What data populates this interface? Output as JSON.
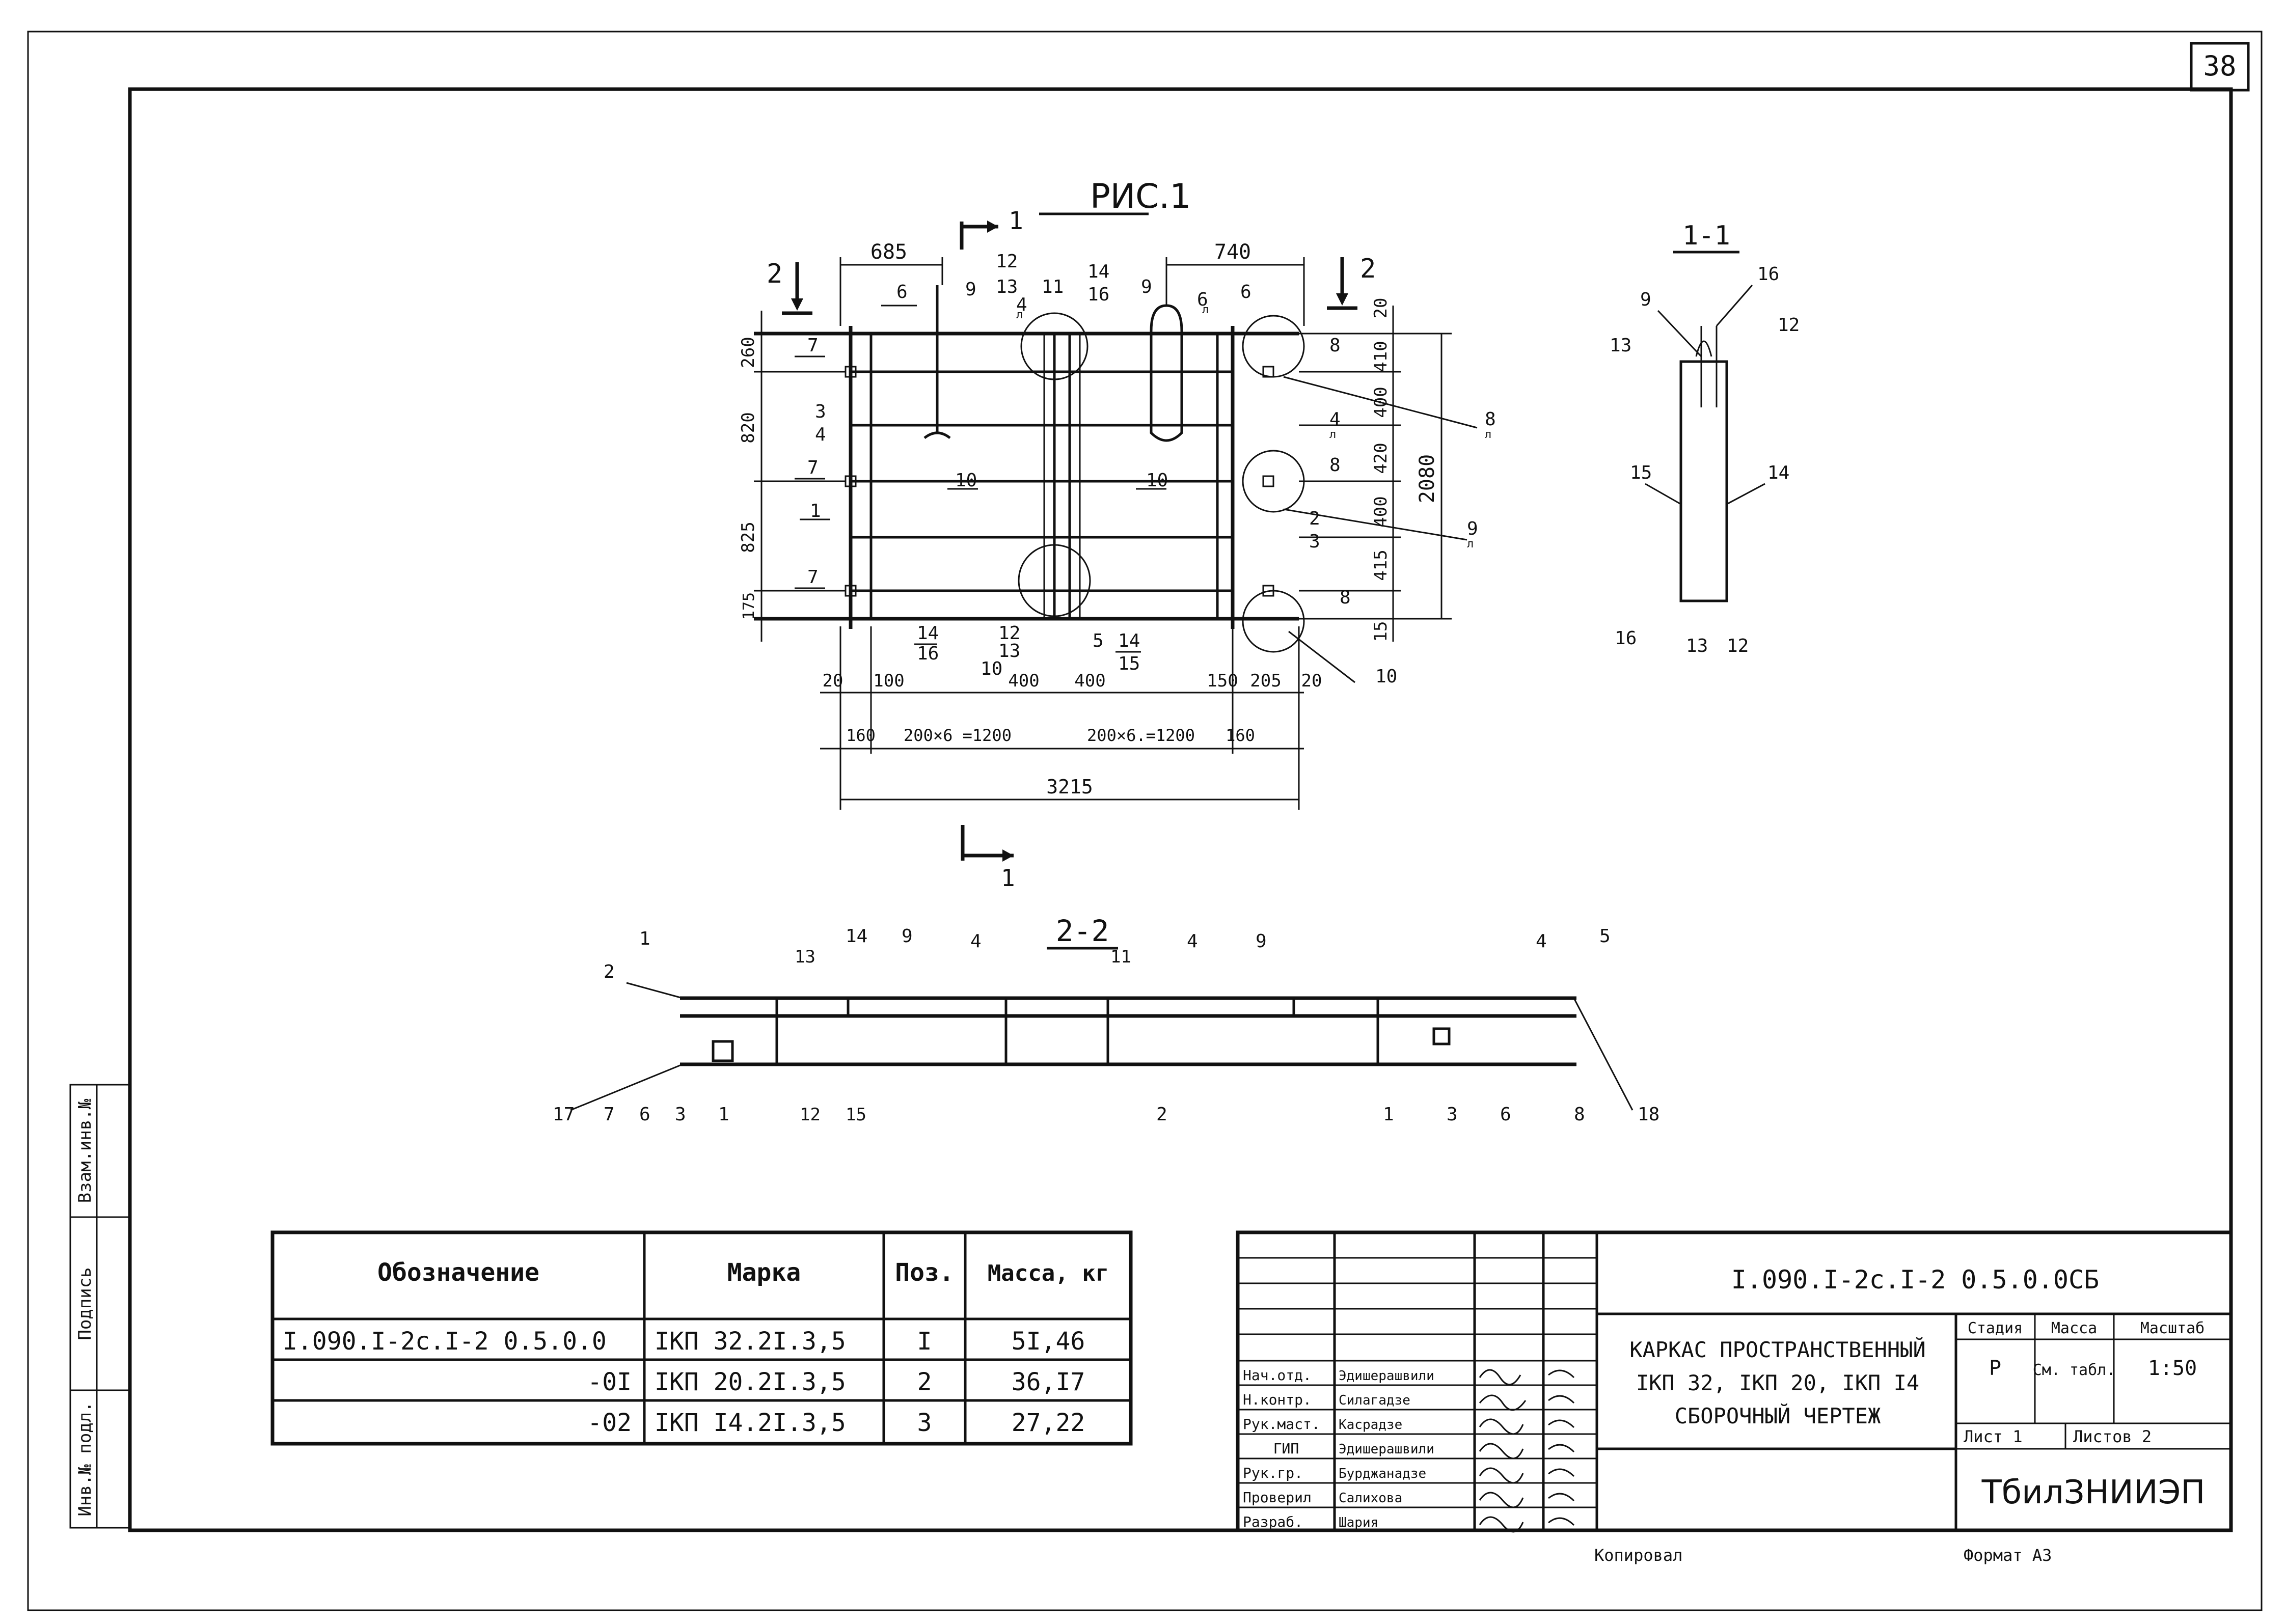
{
  "sheet_number": "38",
  "figure_title": "РИС.1",
  "section_cut_label": "1",
  "section_view_2_label": "2",
  "section_11_title": "1-1",
  "section_22_title": "2-2",
  "plan": {
    "dims_top": [
      "685",
      "740"
    ],
    "dims_right": [
      "20",
      "410",
      "400",
      "420",
      "400",
      "415",
      "15"
    ],
    "dim_overall_height": "2080",
    "dims_left": [
      "260",
      "820",
      "825",
      "175"
    ],
    "dims_bottom_row1": [
      "20",
      "100",
      "400",
      "400",
      "150",
      "205",
      "20"
    ],
    "dims_bottom_row2": [
      "160",
      "200×6 =1200",
      "200×6.=1200",
      "160"
    ],
    "dim_overall_width": "3215",
    "callouts": [
      "6",
      "9",
      "12",
      "13",
      "4",
      "л",
      "11",
      "14",
      "16",
      "9",
      "6",
      "л",
      "6",
      "7",
      "8",
      "7",
      "8",
      "7",
      "8",
      "3",
      "4",
      "10",
      "10",
      "1",
      "2",
      "3",
      "12",
      "13",
      "14",
      "16",
      "10",
      "5",
      "14",
      "15",
      "10",
      "8",
      "л",
      "9",
      "л",
      "4",
      "л"
    ]
  },
  "section11": {
    "callouts": [
      "9",
      "16",
      "13",
      "12",
      "15",
      "14",
      "16",
      "13",
      "12"
    ]
  },
  "section22": {
    "callouts_top": [
      "1",
      "2",
      "13",
      "14",
      "9",
      "4",
      "11",
      "4",
      "9",
      "4",
      "5"
    ],
    "callouts_bottom": [
      "17",
      "7",
      "6",
      "3",
      "1",
      "12",
      "15",
      "2",
      "1",
      "3",
      "6",
      "8",
      "18"
    ]
  },
  "spec_table": {
    "headers": [
      "Обозначение",
      "Марка",
      "Поз.",
      "Масса, кг"
    ],
    "rows": [
      [
        "I.090.I-2c.I-2 0.5.0.0",
        "IКП 32.2I.3,5",
        "I",
        "5I,46"
      ],
      [
        "-0I",
        "IКП 20.2I.3,5",
        "2",
        "36,I7"
      ],
      [
        "-02",
        "IКП I4.2I.3,5",
        "3",
        "27,22"
      ]
    ]
  },
  "side_stamp": [
    "Инв.№ подл.",
    "Подпись",
    "Взам.инв.№"
  ],
  "title_block": {
    "code": "I.090.I-2c.I-2 0.5.0.0СБ",
    "title_lines": [
      "КАРКАС ПРОСТРАНСТВЕННЫЙ",
      "IКП 32,  IКП 20,  IКП I4",
      "СБОРОЧНЫЙ  ЧЕРТЕЖ"
    ],
    "roles": [
      "Нач.отд.",
      "Н.контр.",
      "Рук.маст.",
      "ГИП",
      "Рук.гр.",
      "Проверил",
      "Разраб."
    ],
    "names": [
      "Эдишерашвили",
      "Силагадзе",
      "Касрадзе",
      "Эдишерашвили",
      "Бурджанадзе",
      "Салихова",
      "Шария"
    ],
    "stage_label": "Стадия",
    "mass_label": "Масса",
    "scale_label": "Масштаб",
    "stage_value": "Р",
    "mass_value": "См. табл.",
    "scale_value": "1:50",
    "sheet_label": "Лист 1",
    "sheets_label": "Листов 2",
    "organization": "ТбилЗНИИЭП"
  },
  "copied_label": "Копировал",
  "format_label": "Формат А3"
}
